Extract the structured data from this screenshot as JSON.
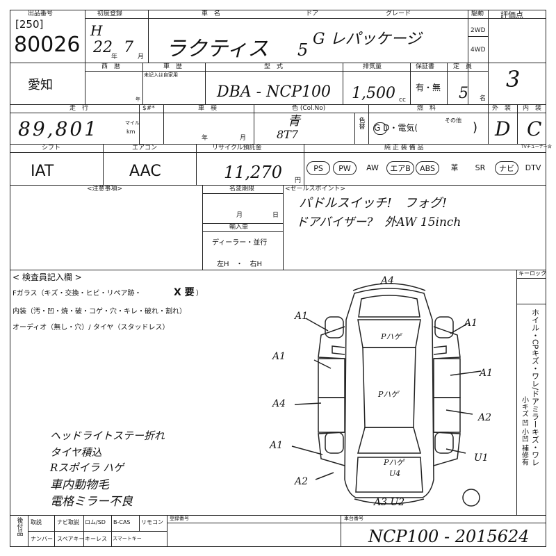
{
  "header": {
    "lot_label": "出品番号",
    "lot_sub": "[250]",
    "lot_number": "80026",
    "first_reg_label": "初度登録",
    "era_label": "年",
    "month_label": "月",
    "era_hw": "H",
    "year_hw": "22",
    "month_hw": "7",
    "car_name_label": "車　名",
    "car_name_hw": "ラクティス",
    "door_label": "ドア",
    "door_hw": "5",
    "grade_label": "グレード",
    "grade_hw": "G レパッケージ",
    "drive_label": "駆動",
    "drive_2wd": "2WD",
    "drive_4wd": "4WD",
    "score_label": "評価点",
    "score_hw": "3"
  },
  "row2": {
    "prefecture": "愛知",
    "western_year_label": "西　暦",
    "history_label": "車　歴",
    "history_sub": "未記入は自家用",
    "history_year": "年",
    "model_label": "型　式",
    "model_hw": "DBA - NCP100",
    "displacement_label": "排気量",
    "displacement_hw": "1,500",
    "displacement_unit": "cc",
    "warranty_label": "保証書",
    "warranty_value": "有・無",
    "capacity_label": "定　員",
    "capacity_hw": "5",
    "capacity_unit": "名"
  },
  "row3": {
    "mileage_label": "走　行",
    "mileage_hw": "89,801",
    "mileage_unit_mile": "マイル",
    "mileage_unit_km": "km",
    "odometer_flag": "$#*",
    "inspection_label": "車　検",
    "inspection_year": "年",
    "inspection_month": "月",
    "color_label": "色 (Col.No)",
    "color_hw": "青",
    "color_code_hw": "8T7",
    "color_change_label": "色替",
    "fuel_label": "燃　料",
    "fuel_options": "G  D・電気(",
    "fuel_other": "その他",
    "fuel_close": ")",
    "exterior_label": "外　装",
    "exterior_hw": "D",
    "interior_label": "内　装",
    "interior_hw": "C"
  },
  "row4": {
    "shift_label": "シフト",
    "shift_value": "IAT",
    "ac_label": "エアコン",
    "ac_value": "AAC",
    "recycle_label": "リサイクル預託金",
    "recycle_hw": "11,270",
    "recycle_unit": "円",
    "equipment_label": "純 正 装 備 品",
    "equipment_items": [
      "PS",
      "PW",
      "AW",
      "エアB",
      "ABS",
      "革",
      "SR",
      "ナビ",
      "DTV"
    ],
    "tv_tuner_label": "TVチューナー含"
  },
  "notes": {
    "caution_label": "<注意事項>",
    "name_change_label": "名変期限",
    "name_change_month": "月",
    "name_change_day": "日",
    "import_label": "輸入車",
    "import_dealer": "ディーラー・並行",
    "import_steer": "左H　・　右H",
    "sales_label": "<セールスポイント>",
    "sales_line1": "パドルスイッチ!　フォグ!",
    "sales_line2": "ドアバイザー?　外AW 15inch"
  },
  "inspector": {
    "title": "< 検査員記入欄 >",
    "fglass": "Fガラス（キズ・交換・ヒビ・リペア跡・",
    "fglass_mark": "X 要",
    "fglass_close": "）",
    "interior": "内装（汚・凹・焼・破・コゲ・穴・キレ・破れ・割れ）",
    "audio": "オーディオ（無し・穴）/ タイヤ（スタッドレス）",
    "hand_notes": [
      "ヘッドライトステー折れ",
      "タイヤ積込",
      "Rスポイラ ハゲ",
      "車内動物毛",
      "電格ミラー不良"
    ]
  },
  "diagram": {
    "marks": [
      "A4",
      "A1",
      "A1",
      "A1",
      "A1",
      "A4",
      "A1",
      "A2",
      "A2",
      "U1",
      "A3 U2",
      "Pハゲ",
      "Pハゲ",
      "Pハゲ",
      "U4"
    ]
  },
  "keylock": {
    "label": "キーロック",
    "side_text": "ホイル・CPキズ・ワレ/ドアミラーキズ・ワレ",
    "side_small": "小キズ 凹 小凹 補修有"
  },
  "footer": {
    "after_label": "後付品",
    "items_row1": [
      "取説",
      "ナビ取説",
      "ロム/SD",
      "B-CAS",
      "リモコン"
    ],
    "items_row2": [
      "ナンバー",
      "スペアキー",
      "キーレス",
      "スマートキー"
    ],
    "reg_no_label": "登録番号",
    "chassis_label": "車台番号",
    "chassis_hw": "NCP100 - 2015624"
  }
}
